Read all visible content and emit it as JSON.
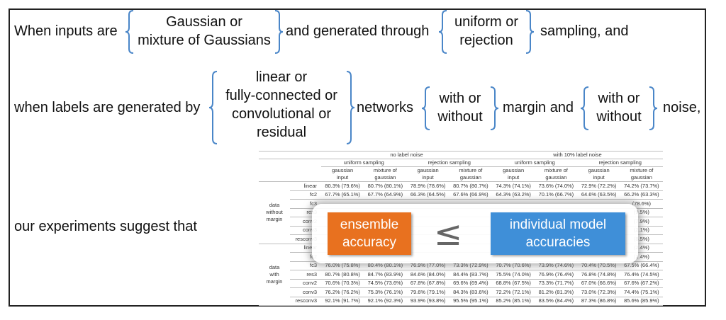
{
  "line1": {
    "prefix": "When inputs are",
    "choice1": [
      "Gaussian or",
      "mixture of Gaussians"
    ],
    "middle": "and generated through",
    "choice2": [
      "uniform or",
      "rejection"
    ],
    "suffix": "sampling, and"
  },
  "line2": {
    "prefix": "when labels are generated by",
    "choice1": [
      "linear or",
      "fully-connected or",
      "convolutional or",
      "residual"
    ],
    "middle1": "networks",
    "choice2": [
      "with or",
      "without"
    ],
    "middle2": "margin and",
    "choice3": [
      "with or",
      "without"
    ],
    "suffix": "noise,"
  },
  "line3": {
    "prefix": "our experiments suggest that"
  },
  "overlay": {
    "left_box": [
      "ensemble",
      "accuracy"
    ],
    "symbol": "≤",
    "right_box": [
      "individual model",
      "accuracies"
    ]
  },
  "table": {
    "noise_headers": [
      "no label noise",
      "with 10% label noise"
    ],
    "sampling_headers": [
      "uniform sampling",
      "rejection sampling",
      "uniform sampling",
      "rejection sampling"
    ],
    "input_headers": [
      [
        "gaussian",
        "input"
      ],
      [
        "mixture of",
        "gaussian"
      ],
      [
        "gaussian",
        "input"
      ],
      [
        "mixture of",
        "gaussian"
      ],
      [
        "gaussian",
        "input"
      ],
      [
        "mixture of",
        "gaussian"
      ],
      [
        "gaussian",
        "input"
      ],
      [
        "mixture of",
        "gaussian"
      ]
    ],
    "groups": [
      {
        "label": [
          "data",
          "without",
          "margin"
        ],
        "rows": [
          {
            "name": "linear",
            "cells": [
              "80.3% (79.6%)",
              "80.7% (80.1%)",
              "78.9% (78.6%)",
              "80.7% (80.7%)",
              "74.3% (74.1%)",
              "73.6% (74.0%)",
              "72.9% (72.2%)",
              "74.2% (73.7%)"
            ]
          },
          {
            "name": "fc2",
            "cells": [
              "67.7% (65.1%)",
              "67.7% (64.9%)",
              "66.3% (64.5%)",
              "67.6% (66.9%)",
              "64.3% (63.2%)",
              "70.1% (66.7%)",
              "64.6% (63.5%)",
              "66.2% (63.3%)"
            ]
          },
          {
            "name": "fc3",
            "cells": [
              "",
              "",
              "",
              "",
              "",
              "",
              "",
              "(78.6%)"
            ]
          },
          {
            "name": "res3",
            "cells": [
              "",
              "",
              "",
              "",
              "",
              "",
              "",
              "(9.5%)"
            ]
          },
          {
            "name": "conv2",
            "cells": [
              "",
              "",
              "",
              "",
              "",
              "",
              "",
              "(7.9%)"
            ]
          },
          {
            "name": "conv3",
            "cells": [
              "",
              "",
              "",
              "",
              "",
              "",
              "",
              "(2.1%)"
            ]
          },
          {
            "name": "resconv3",
            "cells": [
              "",
              "",
              "",
              "",
              "",
              "",
              "",
              "(8.5%)"
            ]
          }
        ]
      },
      {
        "label": [
          "data",
          "with",
          "margin"
        ],
        "rows": [
          {
            "name": "linear",
            "cells": [
              "",
              "",
              "",
              "",
              "",
              "",
              "",
              "(2.4%)"
            ]
          },
          {
            "name": "fc2",
            "cells": [
              "",
              "",
              "",
              "",
              "",
              "",
              "",
              "(1.4%)"
            ]
          },
          {
            "name": "fc3",
            "cells": [
              "76.0% (75.8%)",
              "80.4% (80.1%)",
              "76.9% (77.0%)",
              "73.3% (72.9%)",
              "70.7% (70.6%)",
              "73.9% (74.6%)",
              "70.4% (70.5%)",
              "67.5% (66.4%)"
            ]
          },
          {
            "name": "res3",
            "cells": [
              "80.7% (80.8%)",
              "84.7% (83.9%)",
              "84.6% (84.0%)",
              "84.4% (83.7%)",
              "75.5% (74.0%)",
              "76.9% (76.4%)",
              "76.8% (74.8%)",
              "76.4% (74.5%)"
            ]
          },
          {
            "name": "conv2",
            "cells": [
              "70.6% (70.3%)",
              "74.5% (73.6%)",
              "67.8% (67.8%)",
              "69.6% (69.4%)",
              "68.8% (67.5%)",
              "73.3% (71.7%)",
              "67.0% (66.6%)",
              "67.6% (67.2%)"
            ]
          },
          {
            "name": "conv3",
            "cells": [
              "76.2% (76.2%)",
              "75.3% (76.1%)",
              "79.6% (79.1%)",
              "84.3% (83.6%)",
              "72.2% (72.1%)",
              "81.2% (81.3%)",
              "73.0% (72.3%)",
              "74.4% (75.1%)"
            ]
          },
          {
            "name": "resconv3",
            "cells": [
              "92.1% (91.7%)",
              "92.1% (92.3%)",
              "93.9% (93.8%)",
              "95.5% (95.1%)",
              "85.2% (85.1%)",
              "83.5% (84.4%)",
              "87.3% (86.8%)",
              "85.6% (85.9%)"
            ]
          }
        ]
      }
    ]
  },
  "colors": {
    "brace": "#4a86c8",
    "orange": "#e8711f",
    "blue": "#3f8fd8"
  }
}
